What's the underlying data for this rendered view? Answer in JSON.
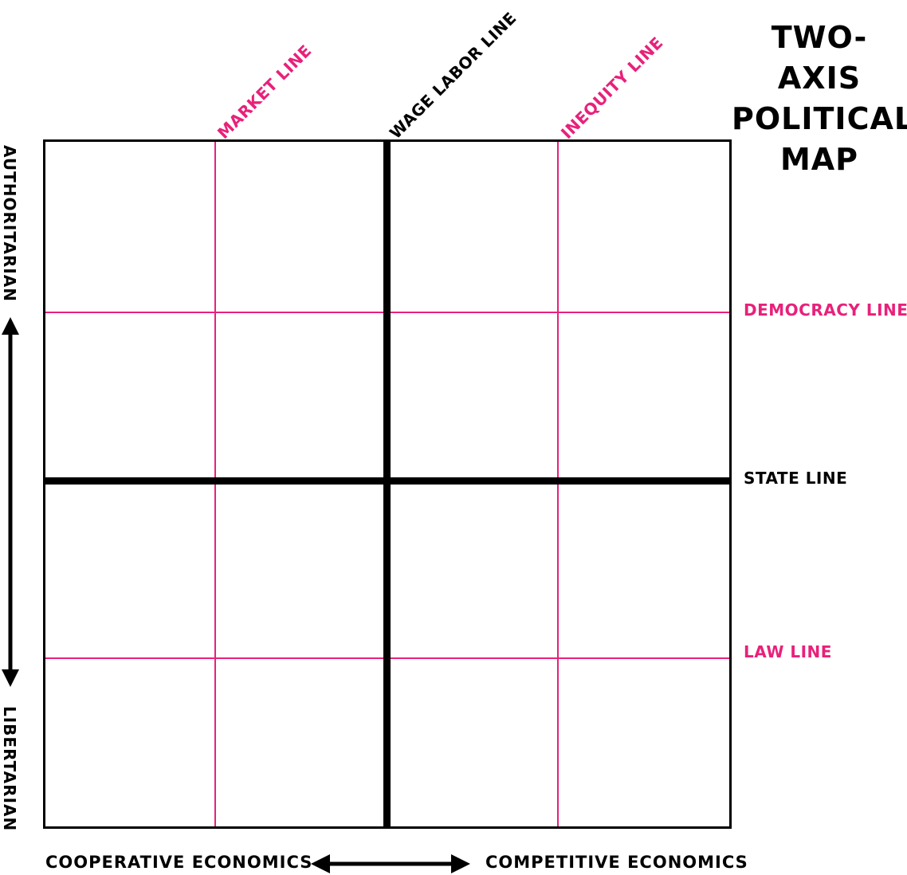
{
  "title": {
    "lines": [
      "TWO-AXIS",
      "POLITICAL",
      "MAP"
    ]
  },
  "top_labels": {
    "market_line": "MARKET LINE",
    "wage_labor_line": "WAGE LABOR LINE",
    "inequity_line": "INEQUITY LINE"
  },
  "right_labels": {
    "democracy_line": "DEMOCRACY LINE",
    "state_line": "STATE LINE",
    "law_line": "LAW LINE"
  },
  "vertical_axis": {
    "top": "AUTHORITARIAN",
    "bottom": "LIBERTARIAN",
    "arrow": "double-arrow-vertical-icon"
  },
  "horizontal_axis": {
    "left": "COOPERATIVE  ECONOMICS",
    "right": "COMPETITIVE  ECONOMICS",
    "arrow": "double-arrow-horizontal-icon"
  },
  "colors": {
    "accent_pink": "#e8217a",
    "primary_black": "#000000",
    "background": "#ffffff"
  },
  "grid": {
    "major_lines": [
      "WAGE LABOR LINE (vertical, center)",
      "STATE LINE (horizontal, center)"
    ],
    "minor_lines": [
      "MARKET LINE (vertical)",
      "INEQUITY LINE (vertical)",
      "DEMOCRACY LINE (horizontal)",
      "LAW LINE (horizontal)"
    ]
  }
}
